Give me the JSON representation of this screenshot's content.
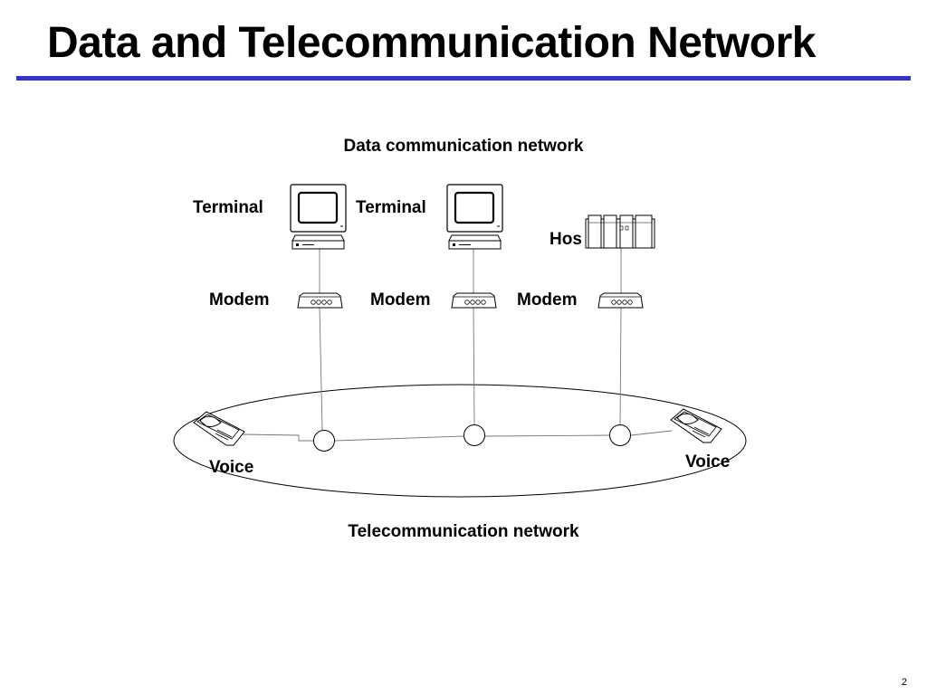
{
  "slide": {
    "title": "Data and Telecommunication Network",
    "accent_color": "#3434c4",
    "page_number": "2"
  },
  "diagram": {
    "top_caption": "Data communication network",
    "bottom_caption": "Telecommunication network",
    "terminal_left_label": "Terminal",
    "terminal_mid_label": "Terminal",
    "host_label": "Hos",
    "modem_left_label": "Modem",
    "modem_mid_label": "Modem",
    "modem_right_label": "Modem",
    "voice_left_label": "Voice",
    "voice_right_label": "Voice",
    "nodes": [
      "terminal-computer-icon",
      "terminal-computer-icon",
      "host-server-icon",
      "modem-icon",
      "modem-icon",
      "modem-icon",
      "switch-node-circle",
      "switch-node-circle",
      "switch-node-circle",
      "telephone-icon",
      "telephone-icon"
    ]
  }
}
